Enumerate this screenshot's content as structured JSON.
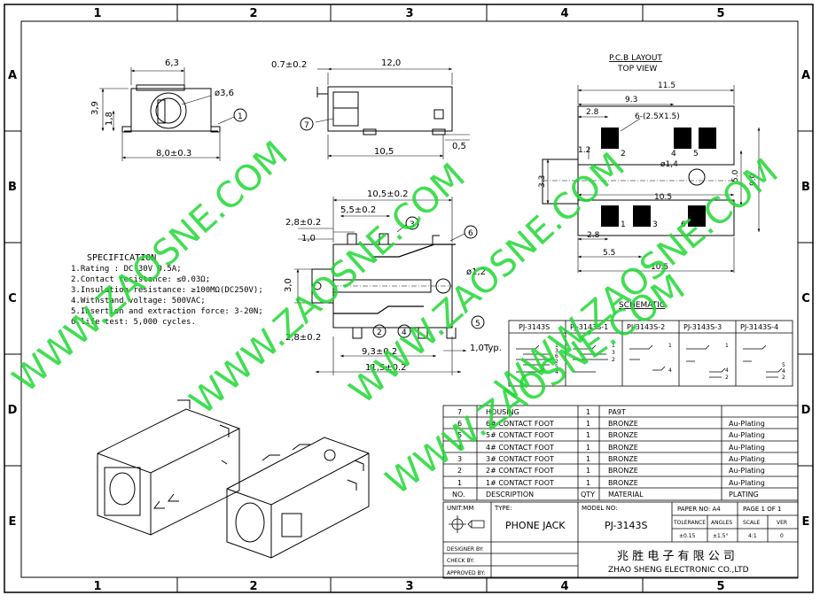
{
  "frame": {
    "col_labels": [
      "1",
      "2",
      "3",
      "4",
      "5"
    ],
    "row_labels": [
      "A",
      "B",
      "C",
      "D",
      "E"
    ]
  },
  "watermark": "WWW.ZAOSNE.COM",
  "front_view": {
    "dim_width_top": "6,3",
    "dim_hole": "ø3,6",
    "dim_height": "3,9",
    "dim_height_inner": "1,8",
    "dim_width_bottom": "8,0±0.3",
    "callout": "1"
  },
  "side_view": {
    "dim_offset": "0.7±0.2",
    "dim_length": "12,0",
    "dim_body": "10,5",
    "dim_foot": "0,5",
    "callout": "7"
  },
  "top_view": {
    "dim_total": "10,5±0.2",
    "dim_pitch": "5,5±0.2",
    "dim_left_top": "2,8±0.2",
    "dim_small": "1,0",
    "dim_height": "3,0",
    "dim_hole": "ø1,2",
    "dim_left_bottom": "2,8±0.2",
    "dim_pins": "9,3±0.2",
    "dim_overall": "11,5±0.2",
    "dim_typ": "1,0Typ.",
    "callouts": [
      "3",
      "6",
      "2",
      "4",
      "5"
    ]
  },
  "pcb_layout": {
    "title": "P.C.B LAYOUT",
    "subtitle": "TOP VIEW",
    "dim_11_5": "11.5",
    "dim_9_3": "9.3",
    "dim_2_8_top": "2.8",
    "pad_note": "6-(2.5X1.5)",
    "dim_1_2": "1.2",
    "dim_3_3": "3.3",
    "hole": "ø1,4",
    "dim_5_0": "5.0",
    "dim_9_0": "9.0",
    "dim_10_5_mid": "10.5",
    "dim_2_8_bottom": "2.8",
    "dim_5_5": "5.5",
    "dim_10_5_bottom": "10.5",
    "pad_labels_top": [
      "2",
      "4",
      "5"
    ],
    "pad_labels_bottom": [
      "1",
      "3",
      "6"
    ]
  },
  "specification": {
    "title": "SPECIFICATION",
    "lines": [
      "1.Rating : DC 30V 0.5A;",
      "2.Contact resistance: ≤0.03Ω;",
      "3.Insulation resistance: ≥100MΩ(DC250V);",
      "4.Withstand voltage: 500VAC;",
      "5.Insertion and extraction force: 3-20N;",
      "6.life test: 5,000 cycles."
    ]
  },
  "schematic": {
    "title": "SCHEMATIC",
    "models": [
      "PJ-3143S",
      "PJ-3143S-1",
      "PJ-3143S-2",
      "PJ-3143S-3",
      "PJ-3143S-4"
    ],
    "pins": [
      [
        "1",
        "3",
        "6",
        "2",
        "5",
        "4"
      ],
      [
        "1",
        "3",
        "2"
      ],
      [
        "1",
        "4"
      ],
      [
        "1",
        "4",
        "2"
      ],
      [
        "5",
        "4",
        "2"
      ]
    ]
  },
  "bom": {
    "rows": [
      [
        "7",
        "HOUSING",
        "1",
        "PA9T",
        ""
      ],
      [
        "6",
        "6# CONTACT FOOT",
        "1",
        "BRONZE",
        "Au-Plating"
      ],
      [
        "5",
        "5# CONTACT FOOT",
        "1",
        "BRONZE",
        "Au-Plating"
      ],
      [
        "4",
        "4# CONTACT FOOT",
        "1",
        "BRONZE",
        "Au-Plating"
      ],
      [
        "3",
        "3# CONTACT FOOT",
        "1",
        "BRONZE",
        "Au-Plating"
      ],
      [
        "2",
        "2# CONTACT FOOT",
        "1",
        "BRONZE",
        "Au-Plating"
      ],
      [
        "1",
        "1# CONTACT FOOT",
        "1",
        "BRONZE",
        "Au-Plating"
      ]
    ],
    "header": [
      "NO.",
      "DESCRIPTION",
      "QTY",
      "MATERIAL",
      "PLATING"
    ]
  },
  "title_block": {
    "unit": "UNIT:MM",
    "type_label": "TYPE:",
    "type_value": "PHONE JACK",
    "model_label": "MODEL NO:",
    "model_value": "PJ-3143S",
    "paper": "PAPER NO: A4",
    "page": "PAGE 1 OF 1",
    "tol_h": "TOLERANCE",
    "ang_h": "ANGLES",
    "scale_h": "SCALE",
    "ver_h": "VER",
    "tol_v": "±0.15",
    "ang_v": "±1.5°",
    "scale_v": "4:1",
    "ver_v": "0",
    "designer": "DESIGNER BY:",
    "check": "CHECK   BY:",
    "approved": "APPROVED BY:",
    "company_cn": "兆 胜 电 子 有 限 公 司",
    "company_en": "ZHAO SHENG ELECTRONIC CO.,LTD"
  }
}
